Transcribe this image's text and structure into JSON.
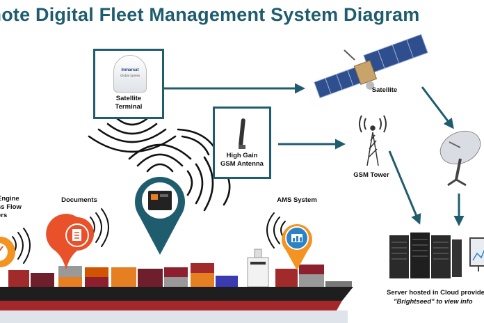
{
  "title": "mote Digital Fleet Management System Diagram",
  "nodes": {
    "satellite_terminal": "Satellite\nTerminal",
    "terminal_brand": "Inmarsat",
    "terminal_sub": "Global Xpress",
    "satellite": "Satellite",
    "gsm_antenna": "High Gain\nGSM Antenna",
    "gsm_tower": "GSM Tower",
    "documents": "Documents",
    "ams_system": "AMS System",
    "engine_flow": "Engine\nss Flow\ners",
    "server_line1": "Server hosted in Cloud provide",
    "server_line2": "\"Brightseed\" to view info"
  },
  "colors": {
    "accent": "#1f5d6e",
    "pin_red": "#e9512b",
    "pin_blue": "#2c83c4",
    "pin_orange": "#f39321",
    "hull": "#1e1e1e",
    "hull_red": "#a3282b"
  }
}
